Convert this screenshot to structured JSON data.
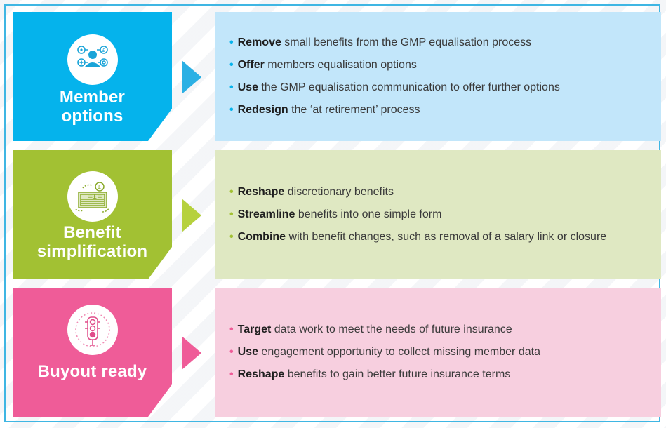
{
  "colors": {
    "frame": "#3fb6e3",
    "blue": "#05b3ec",
    "blue_light": "#c2e6fa",
    "green": "#a2c133",
    "green_light": "#dfe8c2",
    "pink": "#ef5c98",
    "pink_light": "#f7cfdf"
  },
  "sections": [
    {
      "title_line1": "Member",
      "title_line2": "options",
      "icon": "member-options-icon",
      "bullets": [
        {
          "bold": "Remove",
          "text": " small benefits from the GMP equalisation process"
        },
        {
          "bold": "Offer",
          "text": " members equalisation options"
        },
        {
          "bold": "Use",
          "text": " the GMP equalisation communication to offer further options"
        },
        {
          "bold": "Redesign",
          "text": " the ‘at retirement’ process"
        }
      ]
    },
    {
      "title_line1": "Benefit",
      "title_line2": "simplification",
      "icon": "banknote-icon",
      "bullets": [
        {
          "bold": "Reshape",
          "text": " discretionary benefits"
        },
        {
          "bold": "Streamline",
          "text": " benefits into one simple form"
        },
        {
          "bold": "Combine",
          "text": " with benefit changes, such as removal of a salary link or closure"
        }
      ]
    },
    {
      "title_line1": "Buyout ready",
      "icon": "traffic-light-icon",
      "bullets": [
        {
          "bold": "Target",
          "text": " data work to meet the needs of future insurance"
        },
        {
          "bold": "Use",
          "text": " engagement opportunity to collect missing member data"
        },
        {
          "bold": "Reshape",
          "text": " benefits to gain better future insurance terms"
        }
      ]
    }
  ]
}
